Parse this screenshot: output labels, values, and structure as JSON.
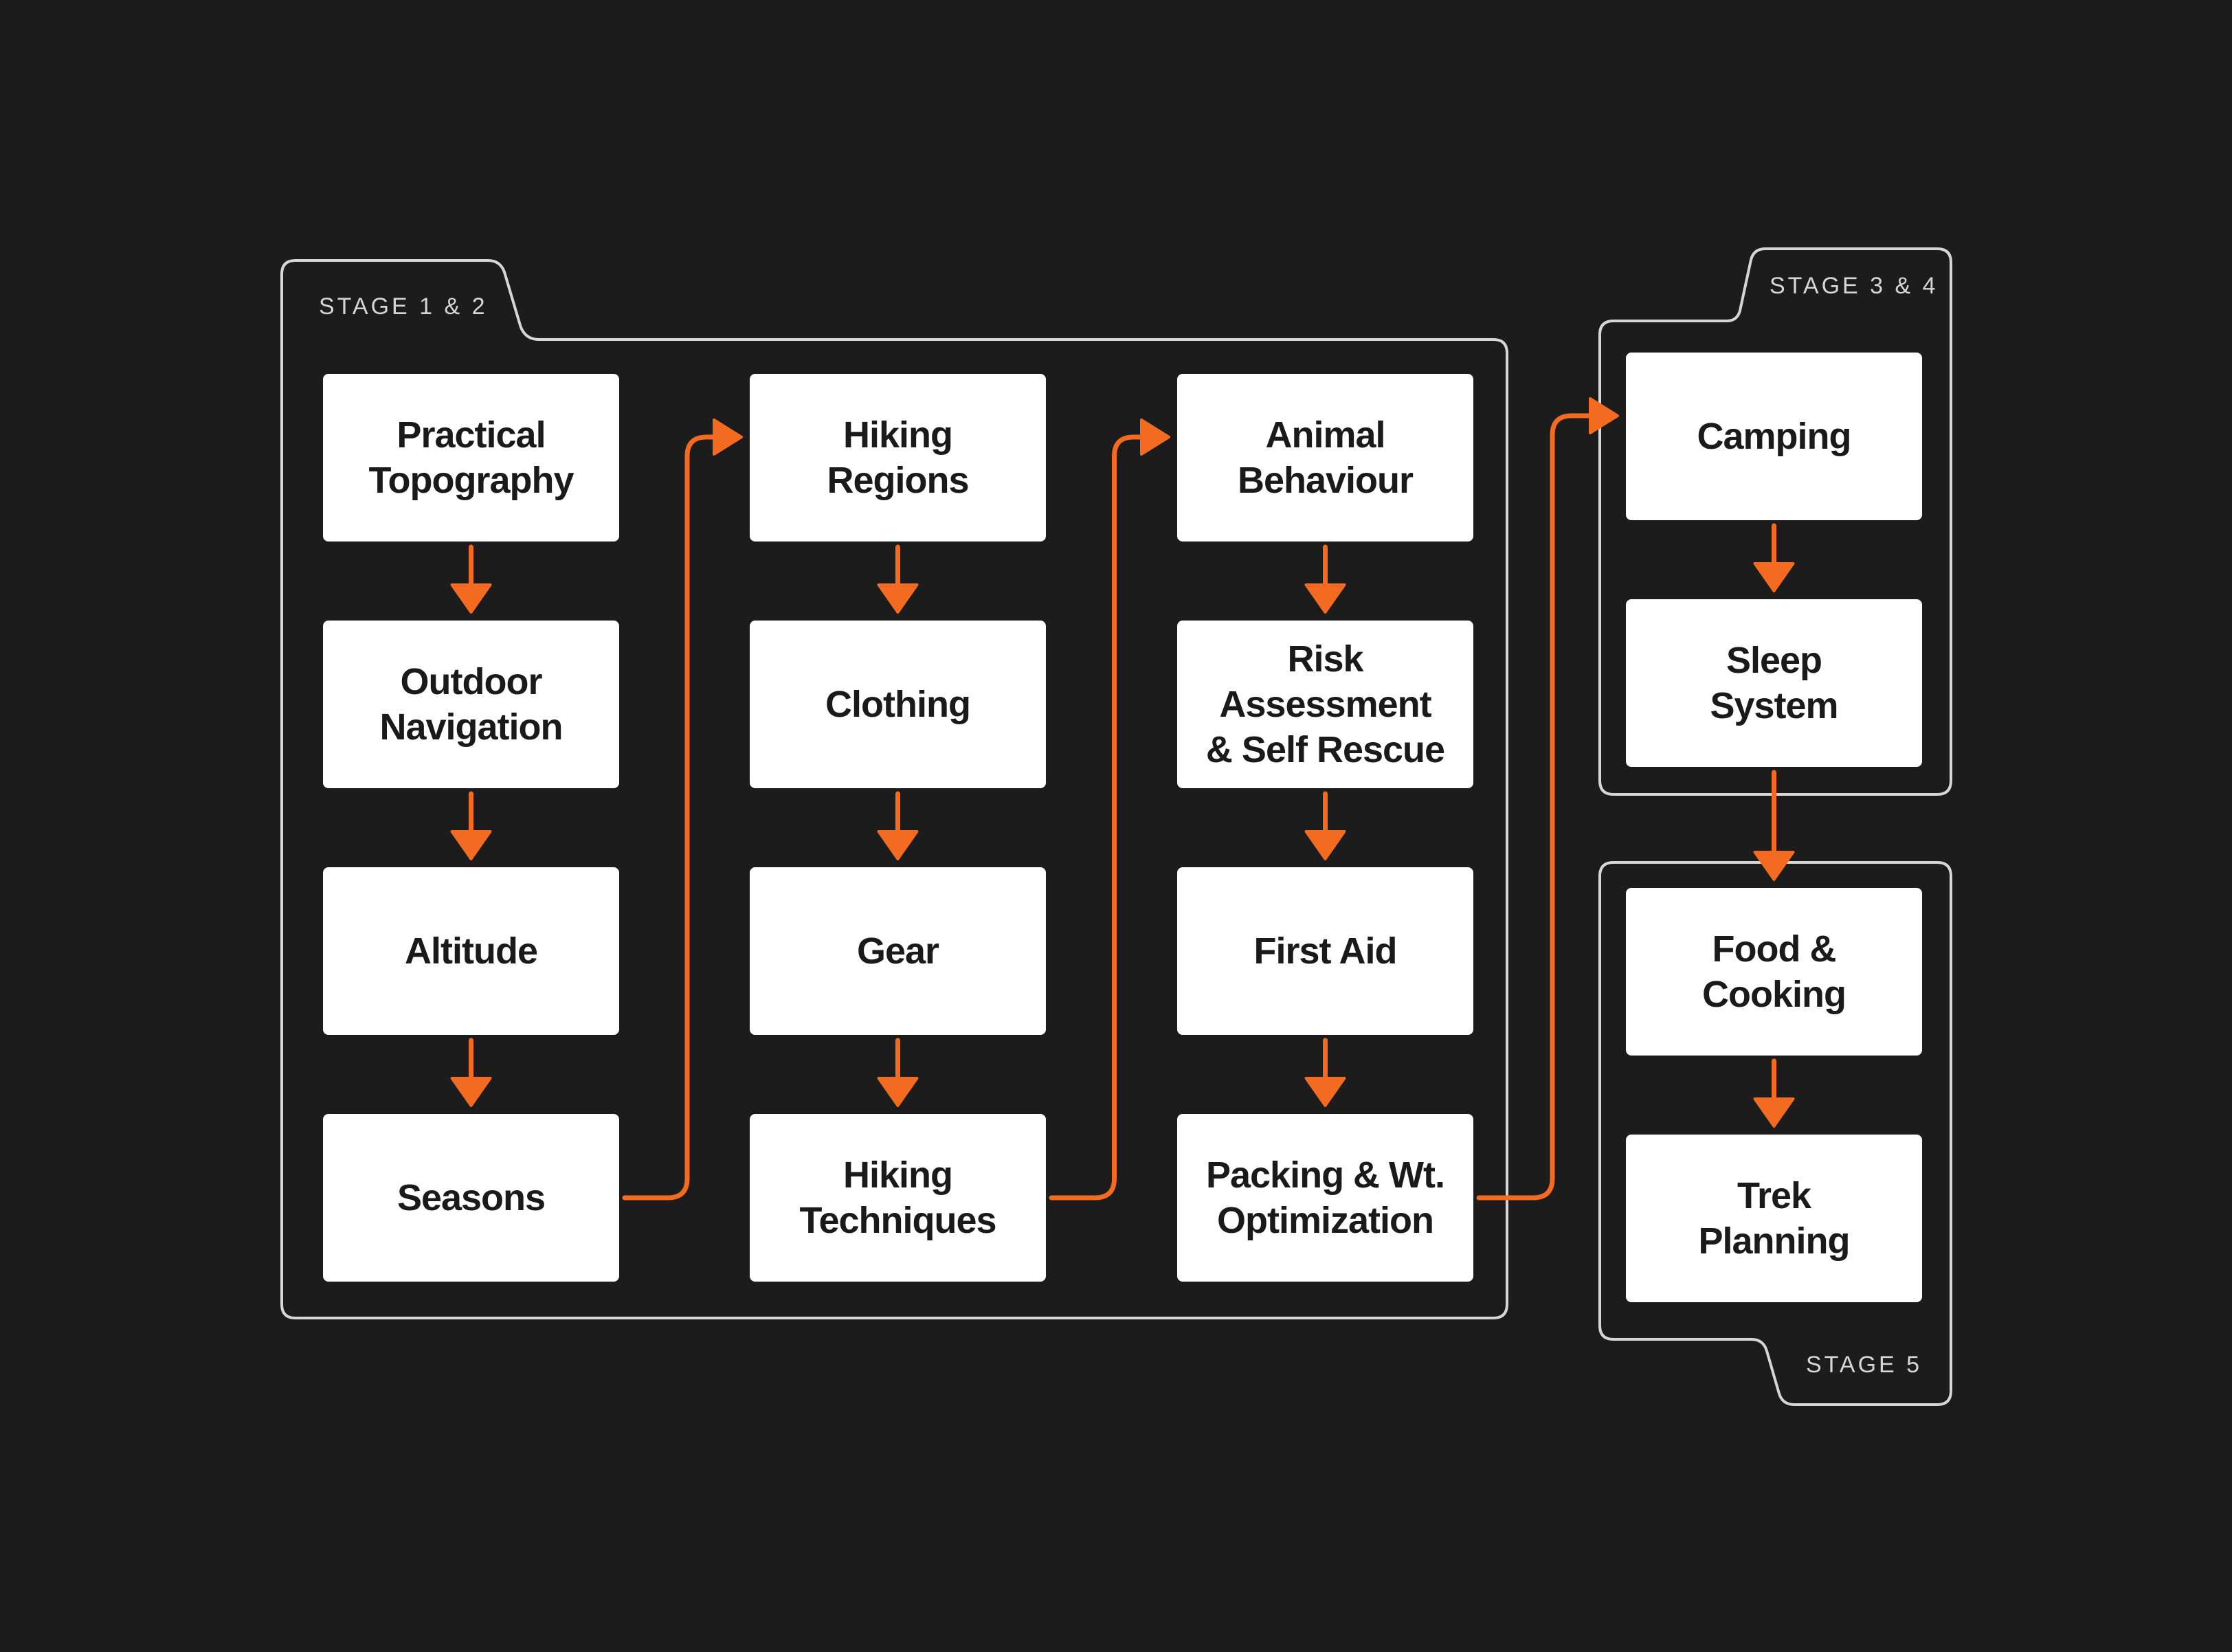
{
  "stages": {
    "stage_1_2": "STAGE 1 & 2",
    "stage_3_4": "STAGE 3 & 4",
    "stage_5": "STAGE 5"
  },
  "columns": [
    {
      "nodes": [
        {
          "id": "practical-topography",
          "label": "Practical\nTopography"
        },
        {
          "id": "outdoor-navigation",
          "label": "Outdoor\nNavigation"
        },
        {
          "id": "altitude",
          "label": "Altitude"
        },
        {
          "id": "seasons",
          "label": "Seasons"
        }
      ]
    },
    {
      "nodes": [
        {
          "id": "hiking-regions",
          "label": "Hiking\nRegions"
        },
        {
          "id": "clothing",
          "label": "Clothing"
        },
        {
          "id": "gear",
          "label": "Gear"
        },
        {
          "id": "hiking-techniques",
          "label": "Hiking\nTechniques"
        }
      ]
    },
    {
      "nodes": [
        {
          "id": "animal-behaviour",
          "label": "Animal\nBehaviour"
        },
        {
          "id": "risk-assessment",
          "label": "Risk Assessment\n& Self Rescue"
        },
        {
          "id": "first-aid",
          "label": "First Aid"
        },
        {
          "id": "packing-optimization",
          "label": "Packing & Wt.\nOptimization"
        }
      ]
    },
    {
      "nodes": [
        {
          "id": "camping",
          "label": "Camping"
        },
        {
          "id": "sleep-system",
          "label": "Sleep\nSystem"
        },
        {
          "id": "food-cooking",
          "label": "Food &\nCooking"
        },
        {
          "id": "trek-planning",
          "label": "Trek\nPlanning"
        }
      ]
    }
  ],
  "edges": [
    [
      "practical-topography",
      "outdoor-navigation"
    ],
    [
      "outdoor-navigation",
      "altitude"
    ],
    [
      "altitude",
      "seasons"
    ],
    [
      "seasons",
      "hiking-regions"
    ],
    [
      "hiking-regions",
      "clothing"
    ],
    [
      "clothing",
      "gear"
    ],
    [
      "gear",
      "hiking-techniques"
    ],
    [
      "hiking-techniques",
      "animal-behaviour"
    ],
    [
      "animal-behaviour",
      "risk-assessment"
    ],
    [
      "risk-assessment",
      "first-aid"
    ],
    [
      "first-aid",
      "packing-optimization"
    ],
    [
      "packing-optimization",
      "camping"
    ],
    [
      "camping",
      "sleep-system"
    ],
    [
      "sleep-system",
      "food-cooking"
    ],
    [
      "food-cooking",
      "trek-planning"
    ]
  ],
  "colors": {
    "background": "#1c1c1c",
    "accent": "#f26b21",
    "node": "#ffffff",
    "node_text": "#1a1a1a",
    "frame": "#d6d6d6"
  }
}
